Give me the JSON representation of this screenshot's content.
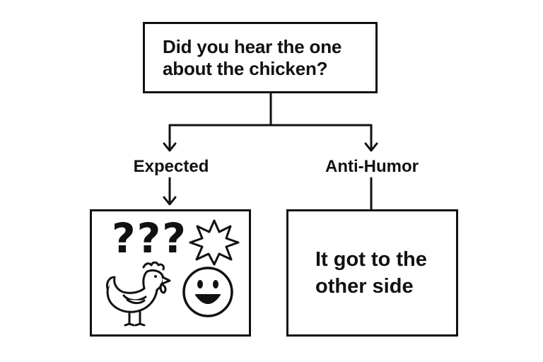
{
  "question": {
    "line1": "Did you hear the one",
    "line2": "about the chicken?"
  },
  "branches": {
    "left_label": "Expected",
    "right_label": "Anti-Humor"
  },
  "expected_box": {
    "symbols": "???",
    "icons": [
      "burst-icon",
      "chicken-icon",
      "smiley-icon"
    ]
  },
  "anti_humor_box": {
    "line1": "It got to the",
    "line2": "other side"
  },
  "colors": {
    "stroke": "#111111",
    "background": "#ffffff"
  }
}
